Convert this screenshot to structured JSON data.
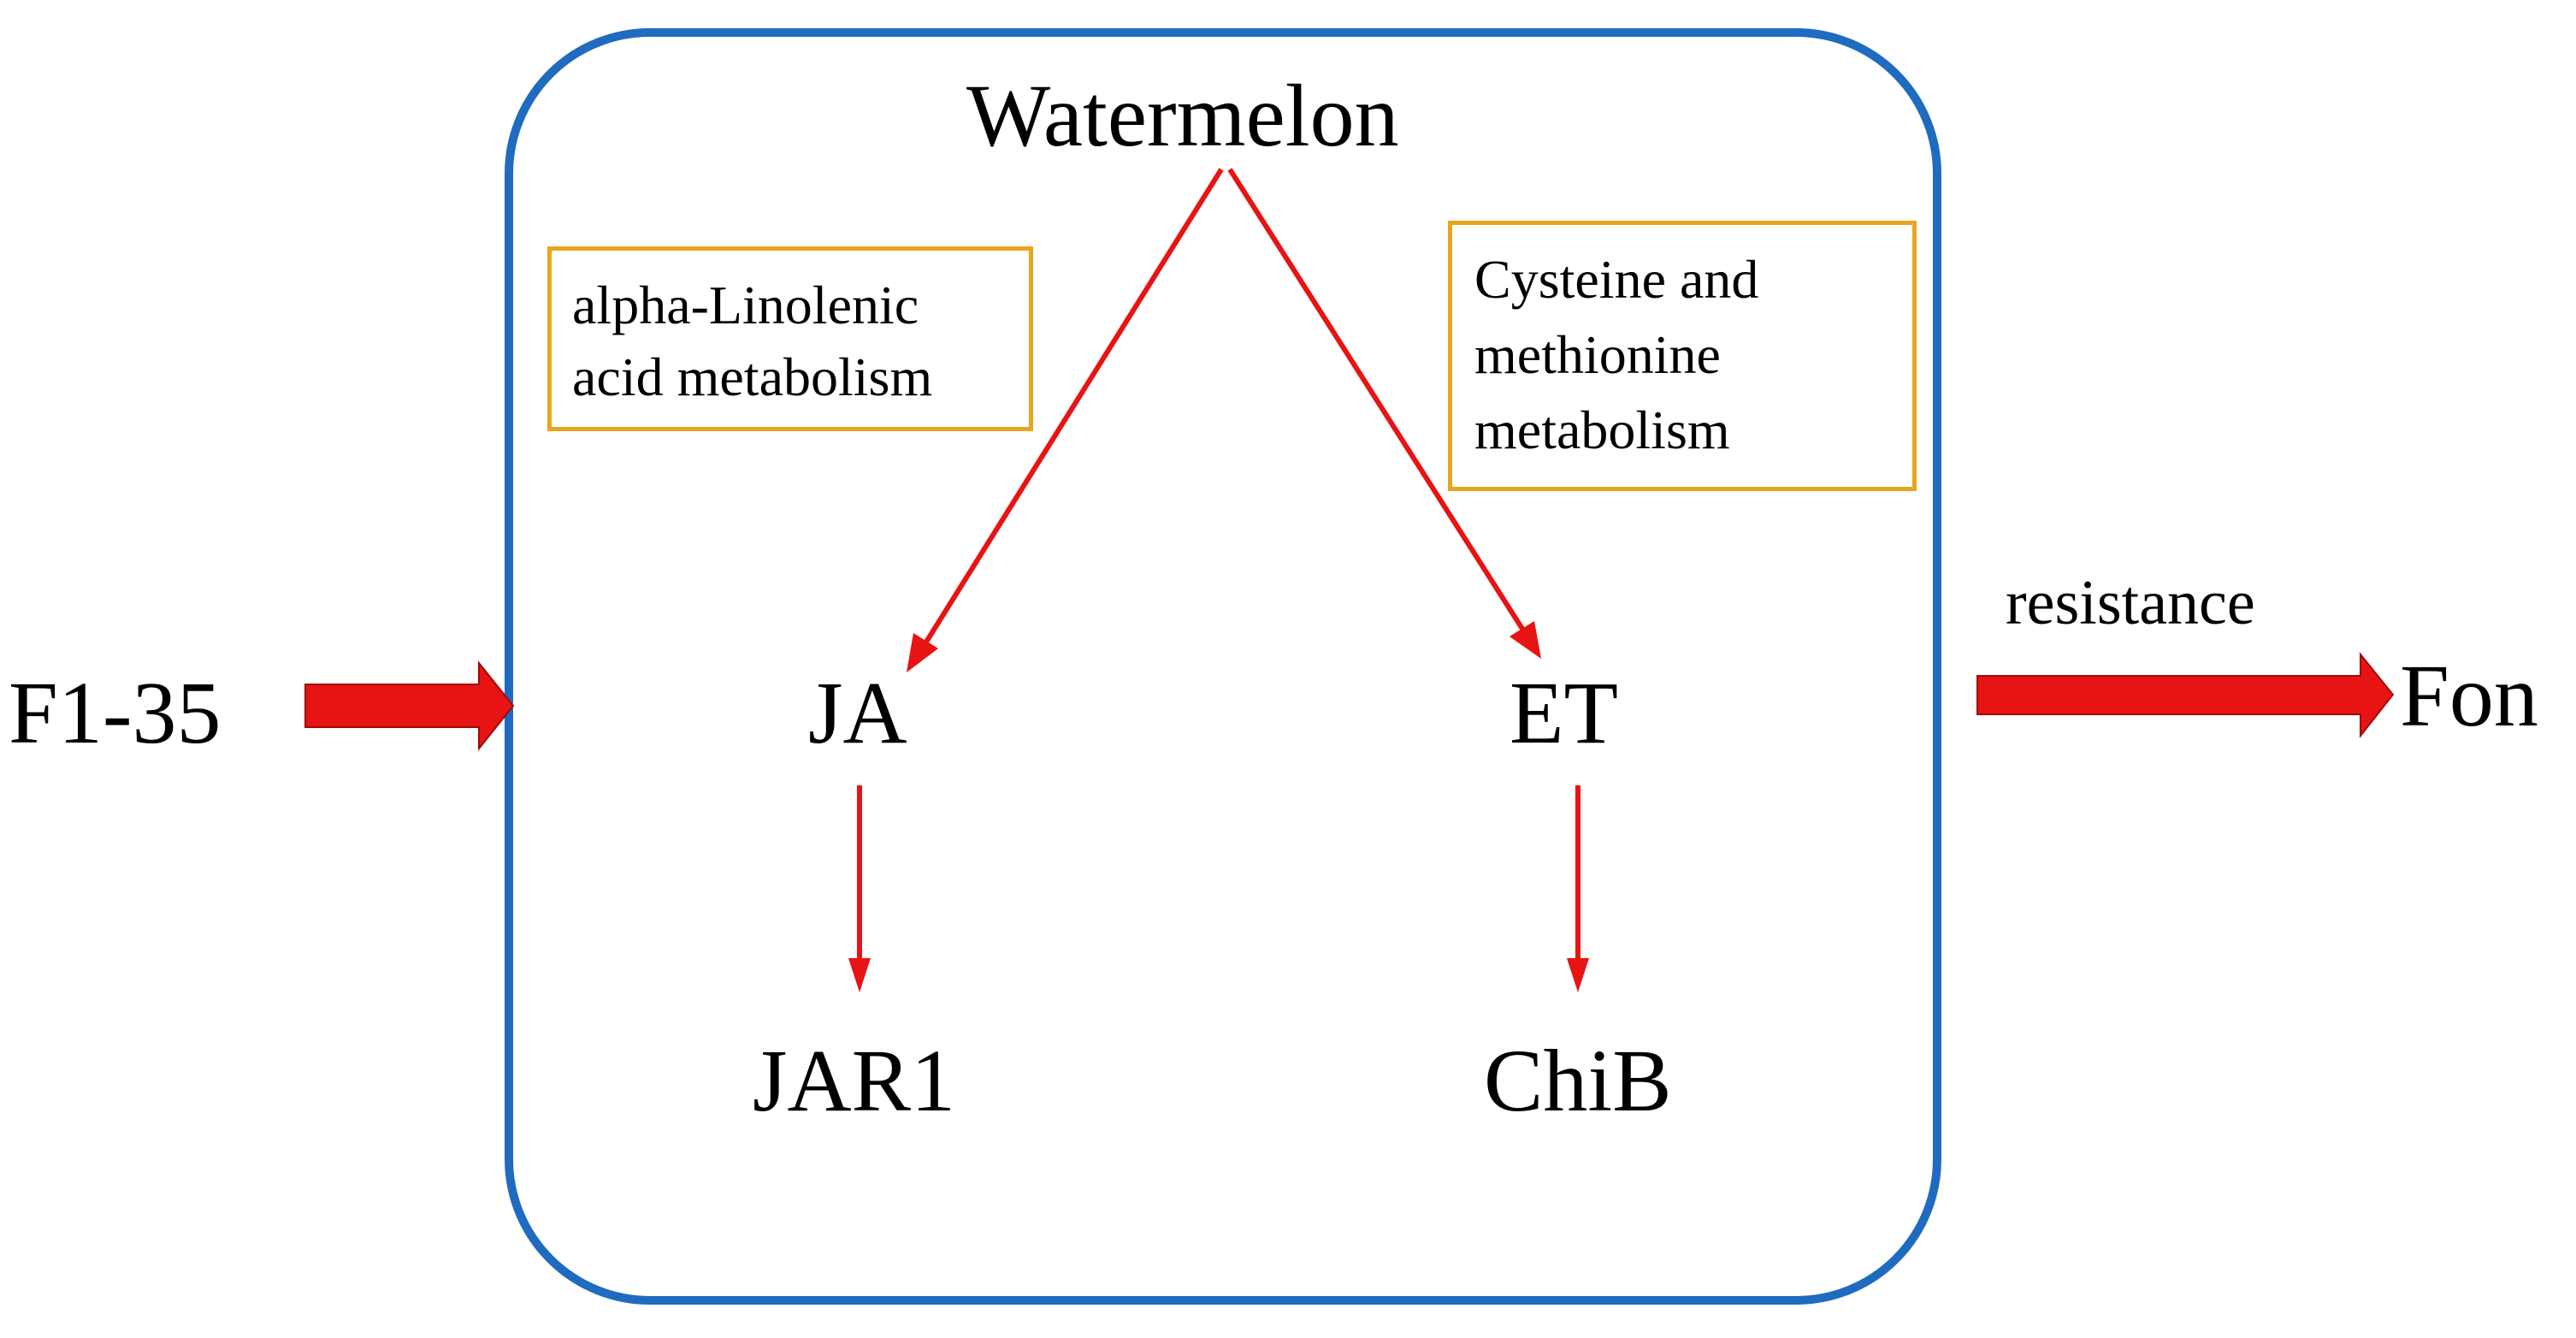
{
  "colors": {
    "frame": "#1f6bbf",
    "arrow": "#e81313",
    "box_border": "#e8a51e",
    "text": "#000000"
  },
  "nodes": {
    "watermelon": "Watermelon",
    "ja": "JA",
    "et": "ET",
    "jar1": "JAR1",
    "chib": "ChiB",
    "input": "F1-35",
    "output": "Fon"
  },
  "pathways": {
    "left_line1": "alpha-Linolenic",
    "left_line2": "acid metabolism",
    "right_line1": "Cysteine and",
    "right_line2": "methionine",
    "right_line3": "metabolism"
  },
  "edges": {
    "output_label": "resistance"
  }
}
